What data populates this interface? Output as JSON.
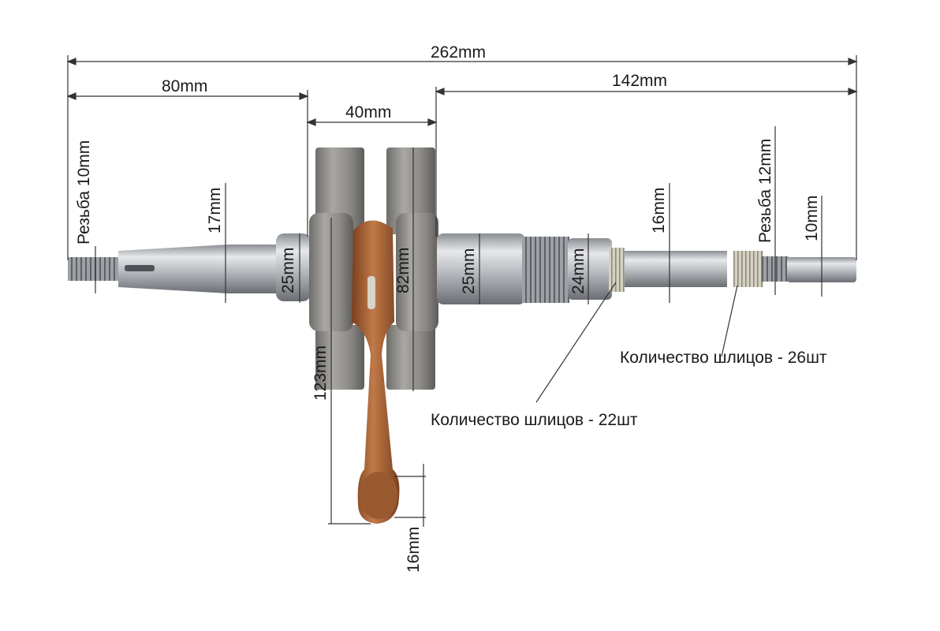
{
  "dimensions": {
    "overall_length": "262mm",
    "left_shaft_length": "80mm",
    "crank_width": "40mm",
    "right_shaft_length": "142mm",
    "left_thread": "Резьба 10mm",
    "left_shaft_dia": "17mm",
    "left_bearing_dia": "25mm",
    "crank_web_dia": "82mm",
    "rod_length": "123mm",
    "right_bearing_dia": "25mm",
    "spline_a_dia": "24mm",
    "right_shaft_dia": "16mm",
    "right_thread": "Резьба 12mm",
    "end_dia": "10mm",
    "small_end_dia": "16mm"
  },
  "notes": {
    "splines_26": "Количество шлицов - 26шт",
    "splines_22": "Количество шлицов - 22шт"
  },
  "colors": {
    "steel": "#b9bcc0",
    "steel_dark": "#7c8086",
    "web_gray": "#8e8c88",
    "rod_copper": "#b06a3a",
    "dim_line": "#333333"
  }
}
